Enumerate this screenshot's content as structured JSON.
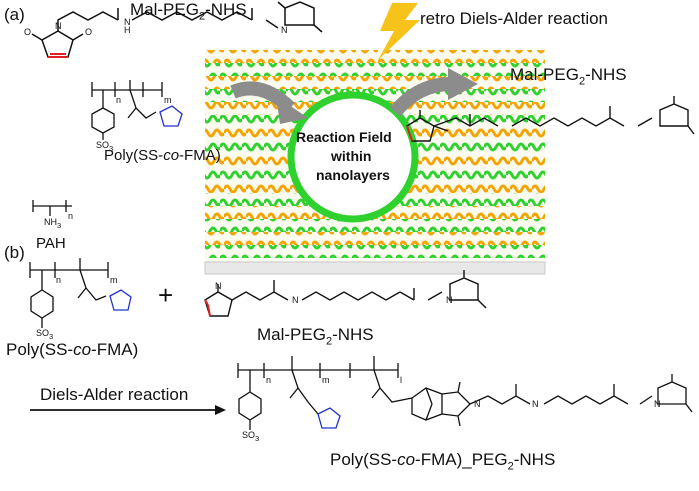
{
  "panel_a": {
    "label": "(a)",
    "mal_peg_label": "Mal-PEG",
    "mal_peg_sub": "2",
    "mal_peg_suffix": "-NHS",
    "retro_da": "retro Diels-Alder reaction",
    "mal_peg_right": "Mal-PEG",
    "mal_peg_right_sub": "2",
    "mal_peg_right_suffix": "-NHS",
    "reaction_field_1": "Reaction Field",
    "reaction_field_2": "within",
    "reaction_field_3": "nanolayers",
    "poly_label_pre": "Poly(SS-",
    "poly_label_co": "co",
    "poly_label_post": "-FMA)",
    "pah_label": "PAH",
    "nh3": "NH",
    "nh3_sub": "3",
    "so3": "SO",
    "so3_sub": "3",
    "sub_n": "n",
    "sub_m": "m"
  },
  "panel_b": {
    "label": "(b)",
    "plus": "+",
    "mal_peg_label": "Mal-PEG",
    "mal_peg_sub": "2",
    "mal_peg_suffix": "-NHS",
    "poly_label_pre": "Poly(SS-",
    "poly_label_co": "co",
    "poly_label_post": "-FMA)",
    "da_reaction": "Diels-Alder reaction",
    "product_pre": "Poly(SS-",
    "product_co": "co",
    "product_mid": "-FMA)_PEG",
    "product_sub": "2",
    "product_suffix": "-NHS",
    "sub_n": "n",
    "sub_m": "m",
    "sub_l": "l",
    "so3": "SO",
    "so3_sub": "3"
  },
  "atoms": {
    "N": "N",
    "O": "O",
    "H": "H"
  },
  "colors": {
    "green": "#2fd12f",
    "orange": "#f5a300",
    "lightning": "#f7c21a",
    "arrow_gray": "#8c8c8c",
    "maleimide_red": "#e02020",
    "furan_blue": "#2030d0"
  }
}
